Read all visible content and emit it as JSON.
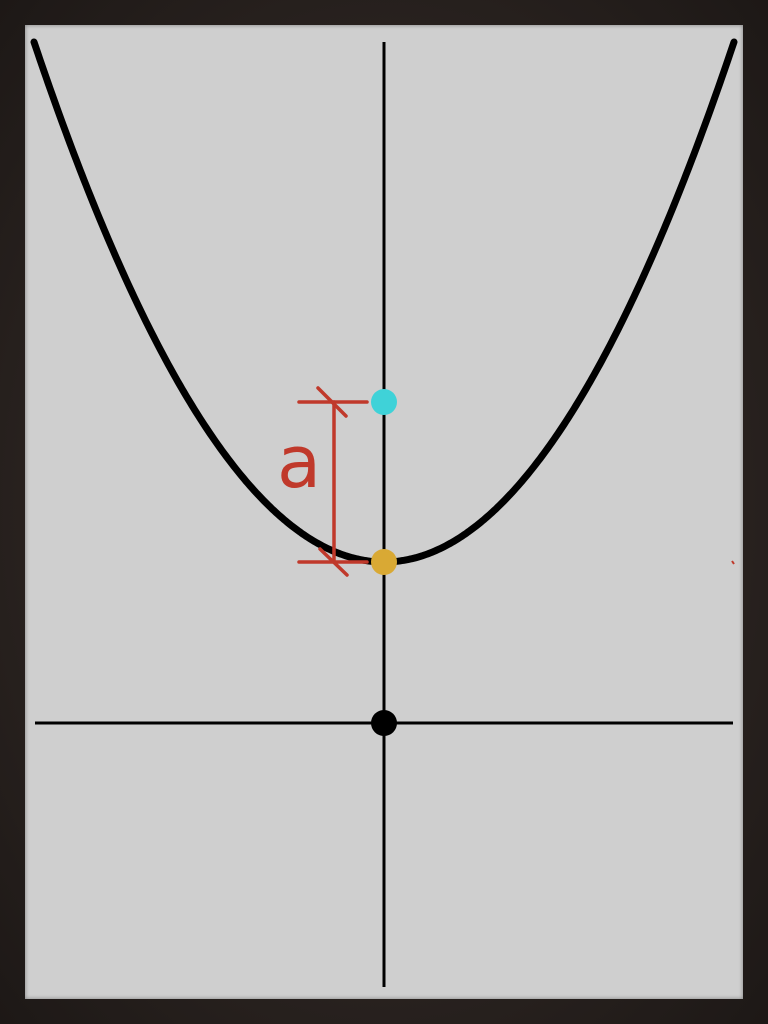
{
  "diagram": {
    "labels": {
      "distance": "a"
    },
    "colors": {
      "background": "#cfcfcf",
      "frame": "#2b2422",
      "axes": "#000000",
      "curve": "#000000",
      "annotation": "#c0392b",
      "focus_point": "#3fd2d8",
      "vertex_point": "#d9a934",
      "origin_point": "#000000"
    },
    "elements": [
      "parabola",
      "x-axis",
      "y-axis",
      "origin-point",
      "vertex-point",
      "focus-point",
      "distance-marker"
    ]
  }
}
